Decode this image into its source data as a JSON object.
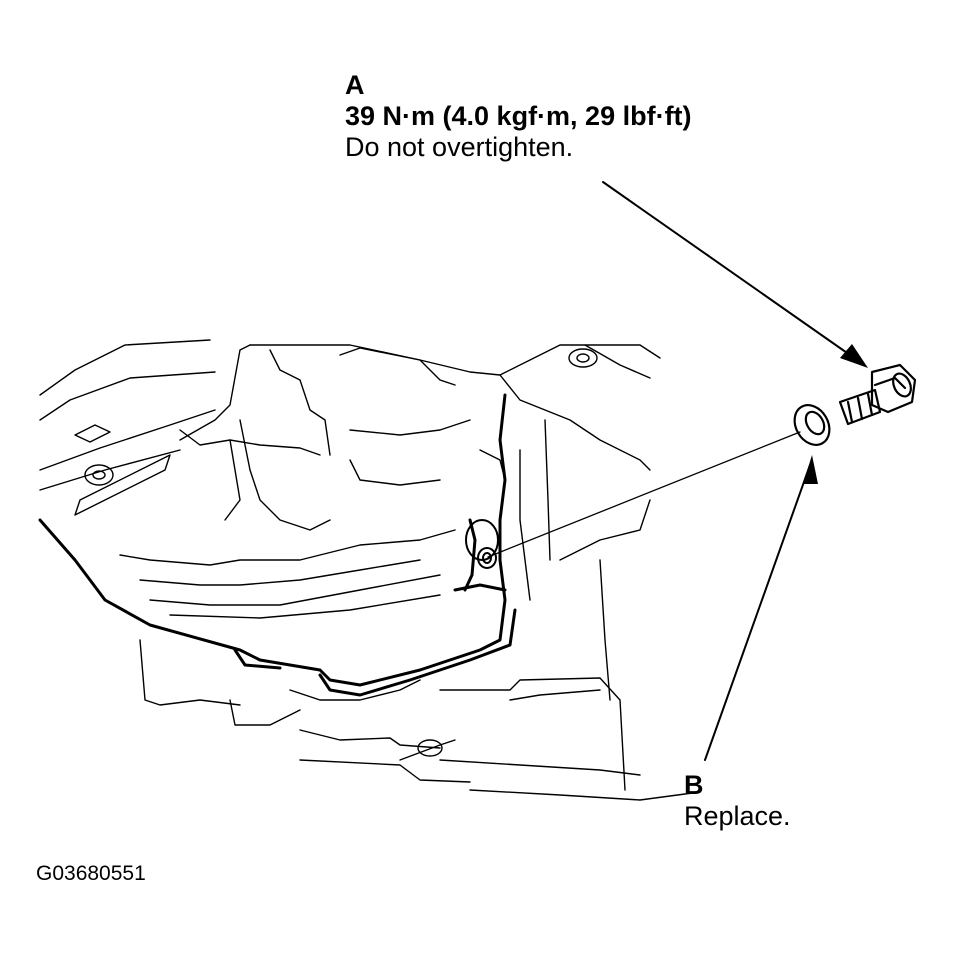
{
  "callouts": {
    "a": {
      "letter": "A",
      "torque": "39 N·m (4.0 kgf·m, 29 lbf·ft)",
      "note": "Do not overtighten."
    },
    "b": {
      "letter": "B",
      "note": "Replace."
    }
  },
  "figure_id": "G03680551"
}
